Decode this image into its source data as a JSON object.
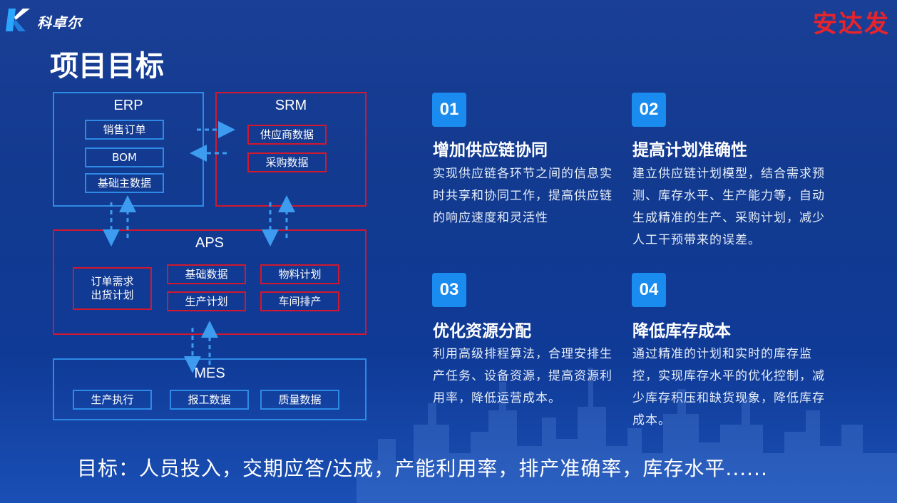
{
  "header": {
    "logo_text": "科卓尔",
    "brand": "安达发",
    "title": "项目目标"
  },
  "diagram": {
    "erp": {
      "title": "ERP",
      "items": [
        "销售订单",
        "BOM",
        "基础主数据"
      ]
    },
    "srm": {
      "title": "SRM",
      "items": [
        "供应商数据",
        "采购数据"
      ]
    },
    "aps": {
      "title": "APS",
      "left": "订单需求\n出货计划",
      "items": [
        "基础数据",
        "物料计划",
        "生产计划",
        "车间排产"
      ]
    },
    "mes": {
      "title": "MES",
      "items": [
        "生产执行",
        "报工数据",
        "质量数据"
      ]
    }
  },
  "points": [
    {
      "num": "01",
      "title": "增加供应链协同",
      "desc": "实现供应链各环节之间的信息实时共享和协同工作，提高供应链的响应速度和灵活性"
    },
    {
      "num": "02",
      "title": "提高计划准确性",
      "desc": "建立供应链计划模型，结合需求预测、库存水平、生产能力等，自动生成精准的生产、采购计划，减少人工干预带来的误差。"
    },
    {
      "num": "03",
      "title": "优化资源分配",
      "desc": "利用高级排程算法，合理安排生产任务、设备资源，提高资源利用率，降低运营成本。"
    },
    {
      "num": "04",
      "title": "降低库存成本",
      "desc": "通过精准的计划和实时的库存监控，实现库存水平的优化控制，减少库存积压和缺货现象，降低库存成本。"
    }
  ],
  "bottom_text": "目标：人员投入，交期应答/达成，产能利用率，排产准确率，库存水平......",
  "colors": {
    "blue_border": "#2e8ae6",
    "red_border": "#d1182f",
    "num_badge": "#1a8cf0",
    "brand_red": "#e8242b"
  }
}
